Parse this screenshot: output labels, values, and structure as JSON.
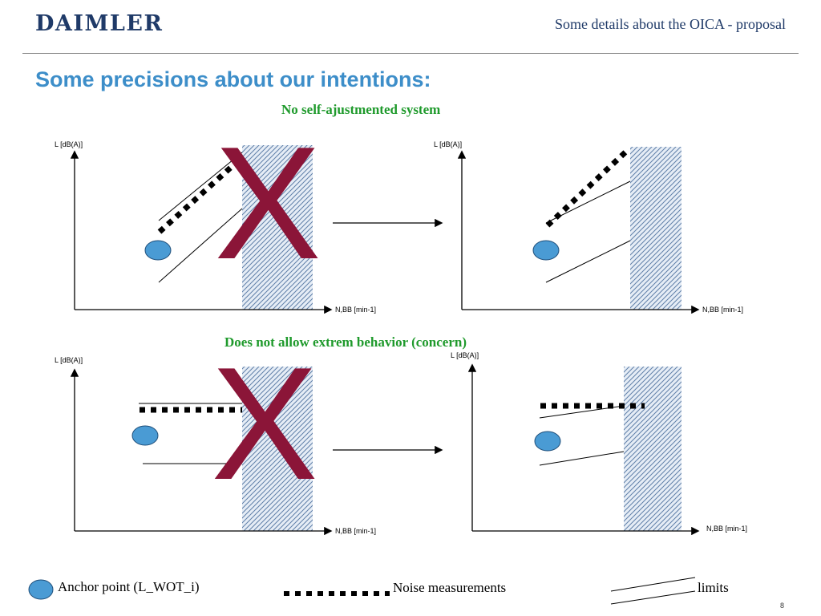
{
  "header": {
    "logo": "DAIMLER",
    "title": "Some details about the OICA - proposal"
  },
  "slide": {
    "title": "Some precisions about our intentions:",
    "subtitle_top": "No self-ajustmented system",
    "subtitle_bottom": "Does not allow extrem behavior (concern)"
  },
  "diagram": {
    "y_axis_label": "L [dB(A)]",
    "x_axis_label": "N,BB [min-1]",
    "crossed_mark": "X"
  },
  "legend": {
    "anchor": "Anchor point (L_WOT_i)",
    "noise": "Noise measurements",
    "limits": "limits"
  },
  "colors": {
    "anchor_fill": "#4a9bd4",
    "anchor_stroke": "#1f4e79",
    "cross": "#8b1538",
    "title": "#3d8ec9",
    "subtitle": "#1f9a2c",
    "logo": "#1f3a68"
  },
  "page_number": "8"
}
